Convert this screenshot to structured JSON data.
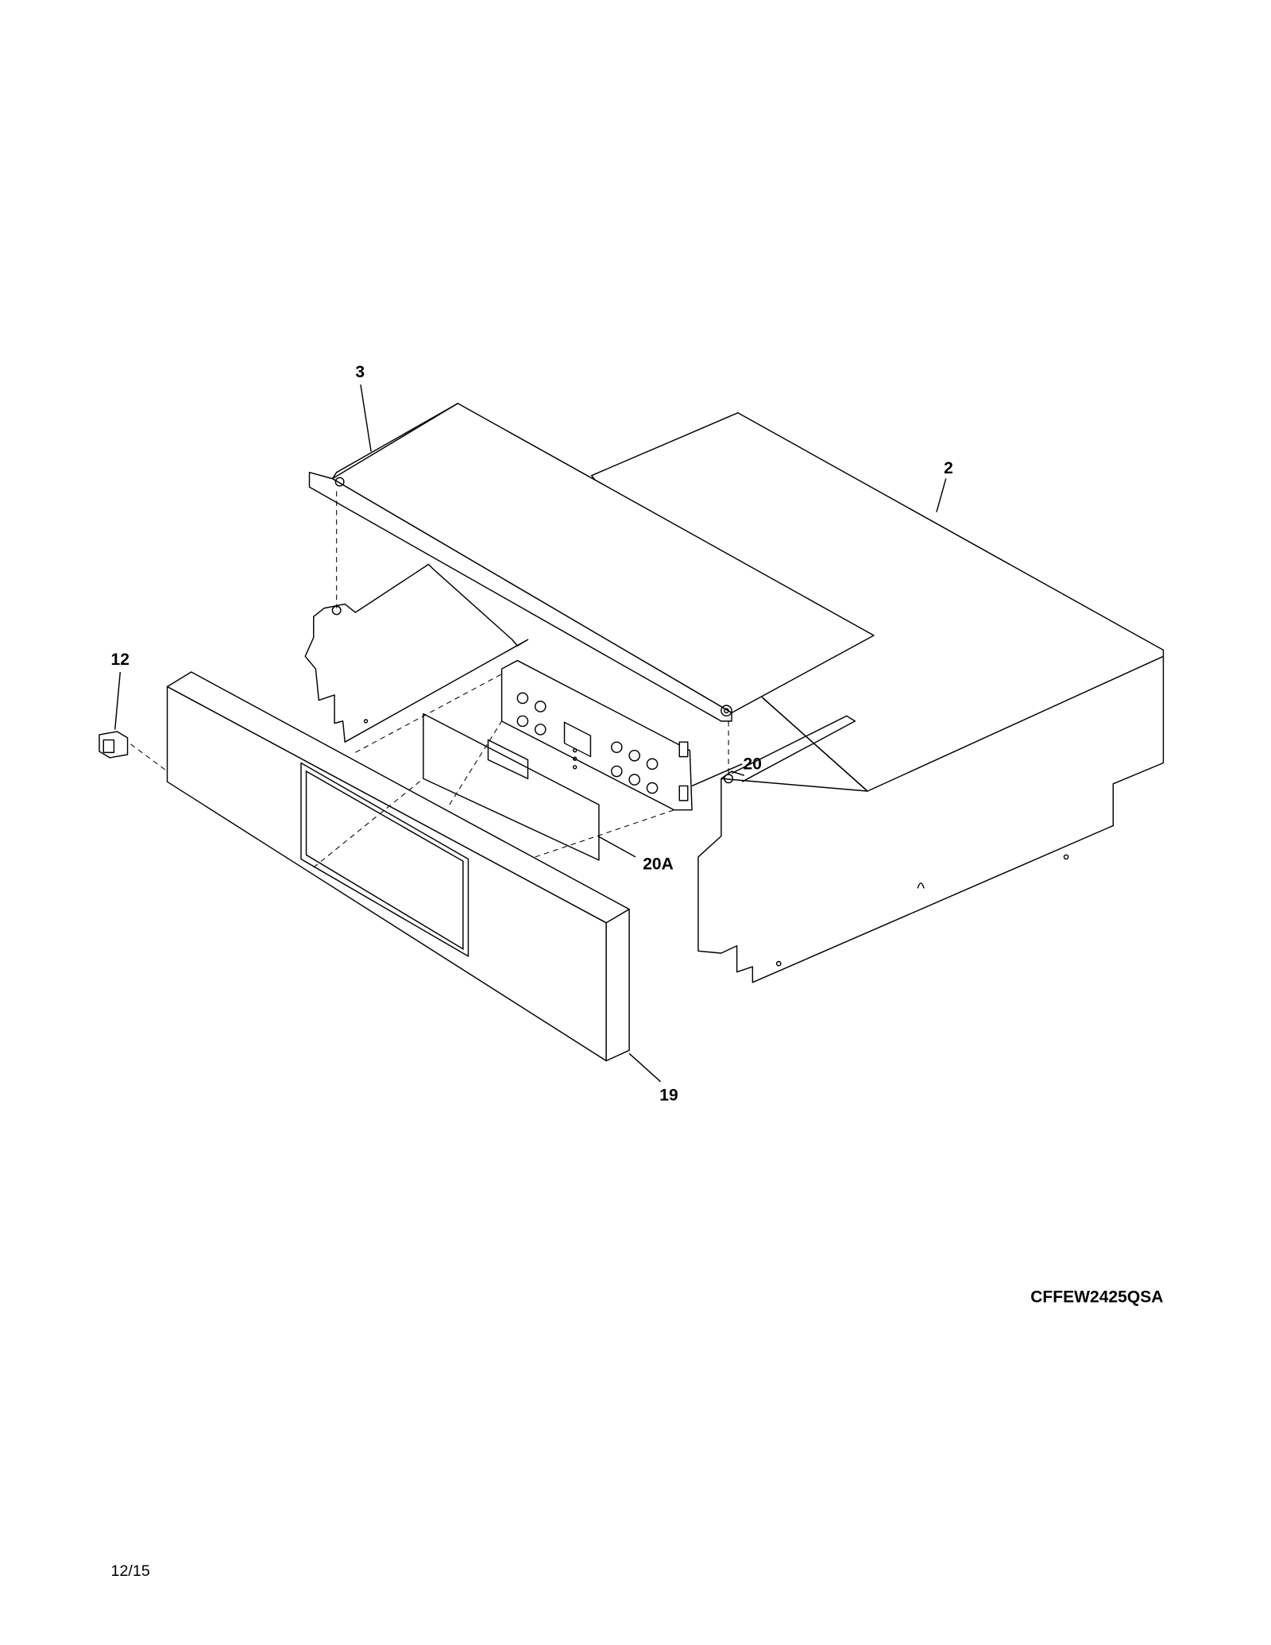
{
  "diagram": {
    "callouts": {
      "part_3": "3",
      "part_2": "2",
      "part_12": "12",
      "part_20": "20",
      "part_20a": "20A",
      "part_19": "19"
    },
    "model_number": "CFFEW2425QSA",
    "date_code": "12/15"
  }
}
